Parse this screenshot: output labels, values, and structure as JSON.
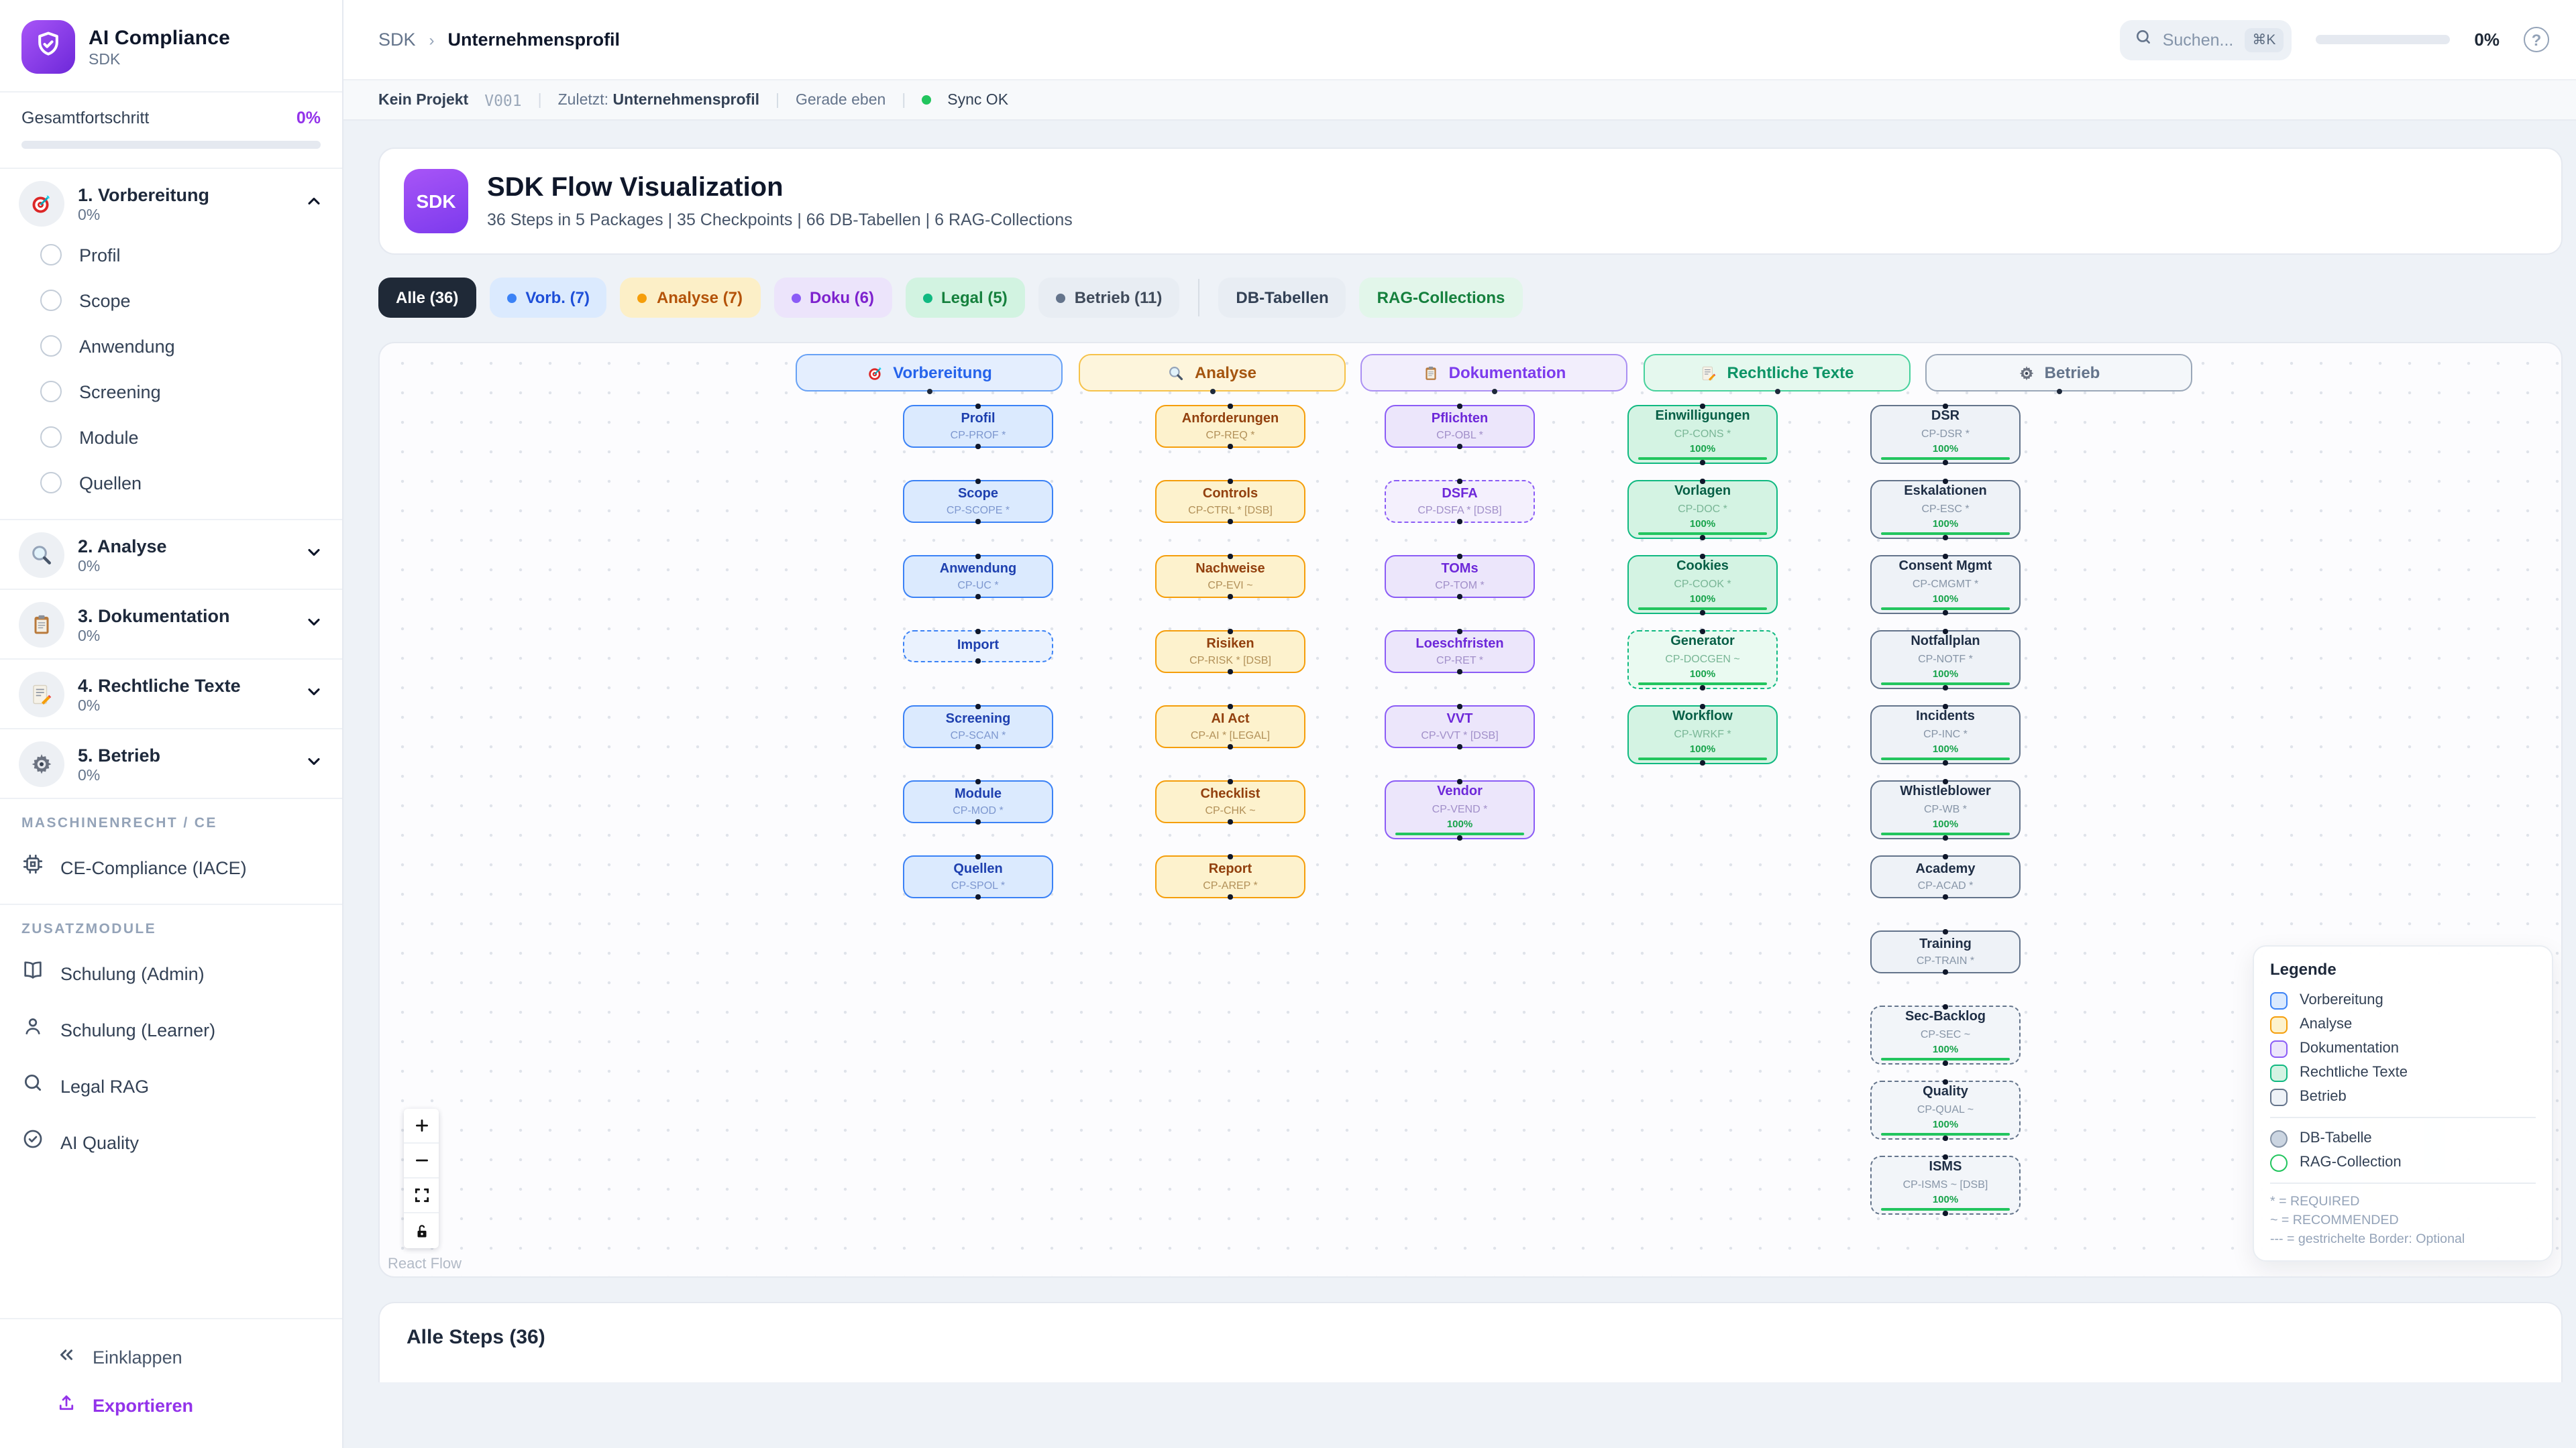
{
  "app": {
    "name": "AI Compliance",
    "subtitle": "SDK"
  },
  "icons": [
    "shield-check-icon",
    "target-icon",
    "magnifier-icon",
    "clipboard-icon",
    "memo-icon",
    "gear-icon",
    "chip-icon",
    "book-icon",
    "person-icon",
    "search-icon",
    "check-circle-icon",
    "collapse-icon",
    "export-icon",
    "help-icon",
    "chat-bubble-icon",
    "columns-icon",
    "plus-icon",
    "minus-icon",
    "fit-view-icon",
    "lock-icon",
    "breadcrumb-chevron-icon"
  ],
  "sidebar": {
    "progress_label": "Gesamtfortschritt",
    "progress_value": "0%",
    "phases": [
      {
        "icon": "target-icon",
        "label": "1. Vorbereitung",
        "pct": "0%",
        "expanded": true,
        "items": [
          "Profil",
          "Scope",
          "Anwendung",
          "Screening",
          "Module",
          "Quellen"
        ]
      },
      {
        "icon": "magnifier-icon",
        "label": "2. Analyse",
        "pct": "0%",
        "expanded": false,
        "items": []
      },
      {
        "icon": "clipboard-icon",
        "label": "3. Dokumentation",
        "pct": "0%",
        "expanded": false,
        "items": []
      },
      {
        "icon": "memo-icon",
        "label": "4. Rechtliche Texte",
        "pct": "0%",
        "expanded": false,
        "items": []
      },
      {
        "icon": "gear-icon",
        "label": "5. Betrieb",
        "pct": "0%",
        "expanded": false,
        "items": []
      }
    ],
    "sections": [
      {
        "title": "MASCHINENRECHT / CE",
        "items": [
          {
            "icon": "chip-icon",
            "label": "CE-Compliance (IACE)"
          }
        ]
      },
      {
        "title": "ZUSATZMODULE",
        "items": [
          {
            "icon": "book-icon",
            "label": "Schulung (Admin)"
          },
          {
            "icon": "person-icon",
            "label": "Schulung (Learner)"
          },
          {
            "icon": "search-icon",
            "label": "Legal RAG"
          },
          {
            "icon": "check-circle-icon",
            "label": "AI Quality"
          }
        ]
      }
    ],
    "collapse_label": "Einklappen",
    "export_label": "Exportieren"
  },
  "topbar": {
    "breadcrumb_root": "SDK",
    "breadcrumb_current": "Unternehmensprofil",
    "search_placeholder": "Suchen...",
    "search_kbd": "⌘K",
    "progress": "0%"
  },
  "statusbar": {
    "project": "Kein Projekt",
    "version": "V001",
    "last_label": "Zuletzt:",
    "last_value": "Unternehmensprofil",
    "time": "Gerade eben",
    "sync": "Sync OK"
  },
  "flow": {
    "badge": "SDK",
    "title": "SDK Flow Visualization",
    "subtitle": "36 Steps in 5 Packages | 35 Checkpoints | 66 DB-Tabellen | 6 RAG-Collections",
    "filters": [
      {
        "id": "alle",
        "label": "Alle (36)",
        "variant": "dark"
      },
      {
        "id": "vorb",
        "label": "Vorb. (7)",
        "bg": "#dbeafe",
        "color": "#1d4ed8",
        "dot": "#3b82f6"
      },
      {
        "id": "analyse",
        "label": "Analyse (7)",
        "bg": "#fcefc7",
        "color": "#b45309",
        "dot": "#f59e0b"
      },
      {
        "id": "doku",
        "label": "Doku (6)",
        "bg": "#ece4fb",
        "color": "#7e22ce",
        "dot": "#8b5cf6"
      },
      {
        "id": "legal",
        "label": "Legal (5)",
        "bg": "#d2f3e1",
        "color": "#15803d",
        "dot": "#10b981"
      },
      {
        "id": "betrieb",
        "label": "Betrieb (11)",
        "bg": "#e8edf3",
        "color": "#3f4a5a",
        "dot": "#64748b"
      },
      {
        "divider": true
      },
      {
        "id": "db",
        "label": "DB-Tabellen",
        "bg": "#e8edf3",
        "color": "#334155"
      },
      {
        "id": "rag",
        "label": "RAG-Collections",
        "bg": "#e2f6ea",
        "color": "#15803d"
      }
    ],
    "themes": {
      "blue": {
        "fill": "#dbeafe",
        "dashFill": "#eaf2fe",
        "border": "#3b82f6",
        "title": "#1e40af",
        "code": "#7d97cf",
        "hBg": "#e4eefe",
        "hBorder": "#67a1f5",
        "hText": "#2563eb"
      },
      "amber": {
        "fill": "#fdf2cd",
        "dashFill": "#fdf6df",
        "border": "#f59e0b",
        "title": "#92400e",
        "code": "#b29058",
        "hBg": "#fdf5dc",
        "hBorder": "#f6c24a",
        "hText": "#a5550f"
      },
      "purple": {
        "fill": "#ece6fb",
        "dashFill": "#f4f0fd",
        "border": "#8b5cf6",
        "title": "#6d28d9",
        "code": "#a18fc9",
        "hBg": "#f2eefc",
        "hBorder": "#aa8ff3",
        "hText": "#7c3aed"
      },
      "green": {
        "fill": "#d4f3e3",
        "dashFill": "#eafaf1",
        "border": "#10b981",
        "title": "#065f46",
        "code": "#79b696",
        "hBg": "#e5f8ee",
        "hBorder": "#46d19c",
        "hText": "#0d9466"
      },
      "slate": {
        "fill": "#eef2f7",
        "dashFill": "#f2f5f9",
        "border": "#64748b",
        "title": "#1f2e45",
        "code": "#8795a7",
        "hBg": "#f4f7fa",
        "hBorder": "#9aa7b8",
        "hText": "#64748b"
      }
    },
    "columns": [
      {
        "id": "vorbereitung",
        "theme": "blue",
        "icon": "target-icon",
        "title": "Vorbereitung",
        "nodes": [
          {
            "t": "Profil",
            "c": "CP-PROF *"
          },
          {
            "t": "Scope",
            "c": "CP-SCOPE *"
          },
          {
            "t": "Anwendung",
            "c": "CP-UC *"
          },
          {
            "t": "Import",
            "dashed": true
          },
          {
            "t": "Screening",
            "c": "CP-SCAN *"
          },
          {
            "t": "Module",
            "c": "CP-MOD *"
          },
          {
            "t": "Quellen",
            "c": "CP-SPOL *"
          }
        ]
      },
      {
        "id": "analyse",
        "theme": "amber",
        "icon": "magnifier-icon",
        "title": "Analyse",
        "nodes": [
          {
            "t": "Anforderungen",
            "c": "CP-REQ *"
          },
          {
            "t": "Controls",
            "c": "CP-CTRL * [DSB]"
          },
          {
            "t": "Nachweise",
            "c": "CP-EVI ~"
          },
          {
            "t": "Risiken",
            "c": "CP-RISK * [DSB]"
          },
          {
            "t": "AI Act",
            "c": "CP-AI * [LEGAL]"
          },
          {
            "t": "Checklist",
            "c": "CP-CHK ~"
          },
          {
            "t": "Report",
            "c": "CP-AREP *"
          }
        ]
      },
      {
        "id": "dokumentation",
        "theme": "purple",
        "icon": "clipboard-icon",
        "title": "Dokumentation",
        "nodes": [
          {
            "t": "Pflichten",
            "c": "CP-OBL *"
          },
          {
            "t": "DSFA",
            "c": "CP-DSFA * [DSB]",
            "dashed": true
          },
          {
            "t": "TOMs",
            "c": "CP-TOM *"
          },
          {
            "t": "Loeschfristen",
            "c": "CP-RET *"
          },
          {
            "t": "VVT",
            "c": "CP-VVT * [DSB]"
          },
          {
            "t": "Vendor",
            "c": "CP-VEND *",
            "progress": "100%"
          }
        ]
      },
      {
        "id": "rechtliche-texte",
        "theme": "green",
        "icon": "memo-icon",
        "title": "Rechtliche Texte",
        "nodes": [
          {
            "t": "Einwilligungen",
            "c": "CP-CONS *",
            "progress": "100%"
          },
          {
            "t": "Vorlagen",
            "c": "CP-DOC *",
            "progress": "100%"
          },
          {
            "t": "Cookies",
            "c": "CP-COOK *",
            "progress": "100%"
          },
          {
            "t": "Generator",
            "c": "CP-DOCGEN ~",
            "progress": "100%",
            "dashed": true
          },
          {
            "t": "Workflow",
            "c": "CP-WRKF *",
            "progress": "100%"
          }
        ]
      },
      {
        "id": "betrieb",
        "theme": "slate",
        "icon": "gear-icon",
        "title": "Betrieb",
        "nodes": [
          {
            "t": "DSR",
            "c": "CP-DSR *",
            "progress": "100%"
          },
          {
            "t": "Eskalationen",
            "c": "CP-ESC *",
            "progress": "100%"
          },
          {
            "t": "Consent Mgmt",
            "c": "CP-CMGMT *",
            "progress": "100%"
          },
          {
            "t": "Notfallplan",
            "c": "CP-NOTF *",
            "progress": "100%"
          },
          {
            "t": "Incidents",
            "c": "CP-INC *",
            "progress": "100%"
          },
          {
            "t": "Whistleblower",
            "c": "CP-WB *",
            "progress": "100%"
          },
          {
            "t": "Academy",
            "c": "CP-ACAD *"
          },
          {
            "t": "Training",
            "c": "CP-TRAIN *"
          },
          {
            "t": "Sec-Backlog",
            "c": "CP-SEC ~",
            "progress": "100%",
            "dashed": true
          },
          {
            "t": "Quality",
            "c": "CP-QUAL ~",
            "progress": "100%",
            "dashed": true
          },
          {
            "t": "ISMS",
            "c": "CP-ISMS ~ [DSB]",
            "progress": "100%",
            "dashed": true
          }
        ]
      }
    ],
    "legend": {
      "title": "Legende",
      "squares": [
        {
          "label": "Vorbereitung",
          "border": "#3b82f6",
          "fill": "#dbeafe"
        },
        {
          "label": "Analyse",
          "border": "#f59e0b",
          "fill": "#fdf2cd"
        },
        {
          "label": "Dokumentation",
          "border": "#8b5cf6",
          "fill": "#ece6fb"
        },
        {
          "label": "Rechtliche Texte",
          "border": "#10b981",
          "fill": "#d4f3e3"
        },
        {
          "label": "Betrieb",
          "border": "#64748b",
          "fill": "#eef2f7"
        }
      ],
      "circles": [
        {
          "label": "DB-Tabelle",
          "border": "#8795a7",
          "fill": "#cbd5e1"
        },
        {
          "label": "RAG-Collection",
          "border": "#22c55e",
          "fill": "#ffffff"
        }
      ],
      "notes": [
        "* = REQUIRED",
        "~ = RECOMMENDED",
        "--- = gestrichelte Border: Optional"
      ]
    },
    "attribution": "React Flow"
  },
  "bottom": {
    "title": "Alle Steps (36)"
  }
}
